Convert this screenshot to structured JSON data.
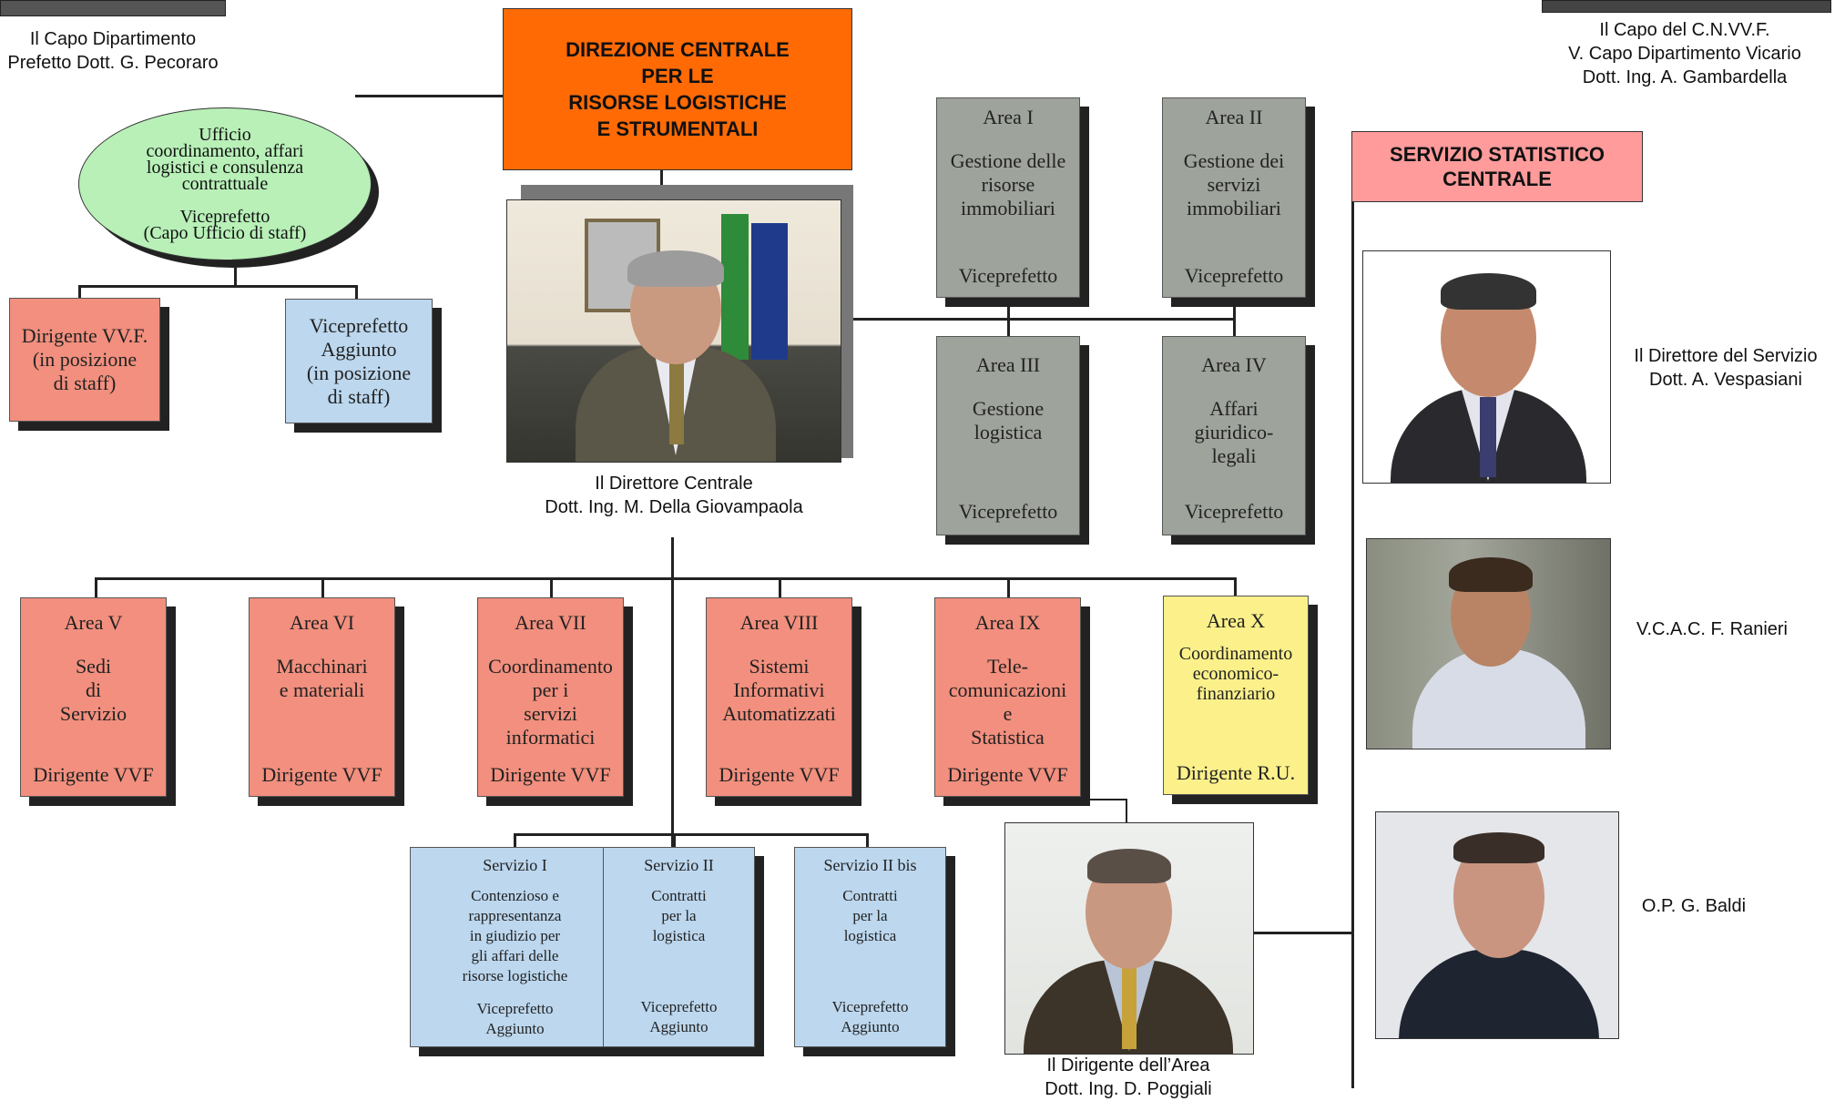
{
  "top_left_caption": {
    "line1": "Il Capo Dipartimento",
    "line2": "Prefetto Dott. G. Pecoraro"
  },
  "top_right_caption": {
    "line1": "Il Capo del C.N.VV.F.",
    "line2": "V. Capo Dipartimento Vicario",
    "line3": "Dott. Ing.  A. Gambardella"
  },
  "main_title": {
    "line1": "DIREZIONE CENTRALE",
    "line2": "PER LE",
    "line3": "RISORSE LOGISTICHE",
    "line4": "E STRUMENTALI"
  },
  "staff_office": {
    "line1": "Ufficio",
    "line2": "coordinamento, affari",
    "line3": "logistici e consulenza",
    "line4": "contrattuale",
    "line5": "Viceprefetto",
    "line6": "(Capo Ufficio di staff)"
  },
  "staff_boxes": [
    {
      "line1": "Dirigente VV.F.",
      "line2": "(in posizione",
      "line3": "di staff)"
    },
    {
      "line1": "Viceprefetto",
      "line2": "Aggiunto",
      "line3": "(in posizione",
      "line4": "di staff)"
    }
  ],
  "director": {
    "line1": "Il  Direttore Centrale",
    "line2": "Dott. Ing. M. Della Giovampaola"
  },
  "upper_areas": [
    {
      "title": "Area I",
      "body": [
        "Gestione delle",
        "risorse",
        "immobiliari"
      ],
      "footer": "Viceprefetto"
    },
    {
      "title": "Area II",
      "body": [
        "Gestione dei",
        "servizi",
        "immobiliari"
      ],
      "footer": "Viceprefetto"
    },
    {
      "title": "Area III",
      "body": [
        "Gestione",
        "logistica"
      ],
      "footer": "Viceprefetto"
    },
    {
      "title": "Area  IV",
      "body": [
        "Affari",
        "giuridico-",
        "legali"
      ],
      "footer": "Viceprefetto"
    }
  ],
  "lower_areas": [
    {
      "title": "Area V",
      "body": [
        "Sedi",
        "di",
        "Servizio"
      ],
      "footer": "Dirigente VVF"
    },
    {
      "title": "Area VI",
      "body": [
        "Macchinari",
        "e materiali"
      ],
      "footer": "Dirigente VVF"
    },
    {
      "title": "Area VII",
      "body": [
        "Coordinamento",
        "per i",
        "servizi",
        "informatici"
      ],
      "footer": "Dirigente VVF"
    },
    {
      "title": "Area VIII",
      "body": [
        "Sistemi",
        "Informativi",
        "Automatizzati"
      ],
      "footer": "Dirigente VVF"
    },
    {
      "title": "Area IX",
      "body": [
        "Tele-",
        "comunicazioni",
        "e",
        "Statistica"
      ],
      "footer": "Dirigente VVF"
    },
    {
      "title": "Area X",
      "body": [
        "Coordinamento",
        "economico-",
        "finanziario"
      ],
      "footer": "Dirigente R.U."
    }
  ],
  "services": [
    {
      "title": "Servizio I",
      "body": [
        "Contenzioso e",
        "rappresentanza",
        "in giudizio per",
        "gli affari delle",
        "risorse logistiche"
      ],
      "footer": [
        "Viceprefetto",
        "Aggiunto"
      ]
    },
    {
      "title": "Servizio II",
      "body": [
        "Contratti",
        "per la",
        "logistica"
      ],
      "footer": [
        "Viceprefetto",
        "Aggiunto"
      ]
    },
    {
      "title": "Servizio II bis",
      "body": [
        "Contratti",
        "per la",
        "logistica"
      ],
      "footer": [
        "Viceprefetto",
        "Aggiunto"
      ]
    }
  ],
  "area_head": {
    "line1": "Il Dirigente dell’Area",
    "line2": "Dott. Ing.  D. Poggiali"
  },
  "stat_service": {
    "line1": "SERVIZIO STATISTICO",
    "line2": "CENTRALE"
  },
  "stat_people": [
    {
      "line1": "Il Direttore del Servizio",
      "line2": "Dott.  A. Vespasiani"
    },
    {
      "line1": "V.C.A.C.  F. Ranieri"
    },
    {
      "line1": "O.P. G. Baldi"
    }
  ],
  "colors": {
    "orange": "#ff6a05",
    "gray": "#9ea39b",
    "salmon": "#f28f7e",
    "blue": "#bcd7ee",
    "yellow": "#fbf08a",
    "green": "#b8f0b8",
    "pink": "#ff9b9b"
  }
}
